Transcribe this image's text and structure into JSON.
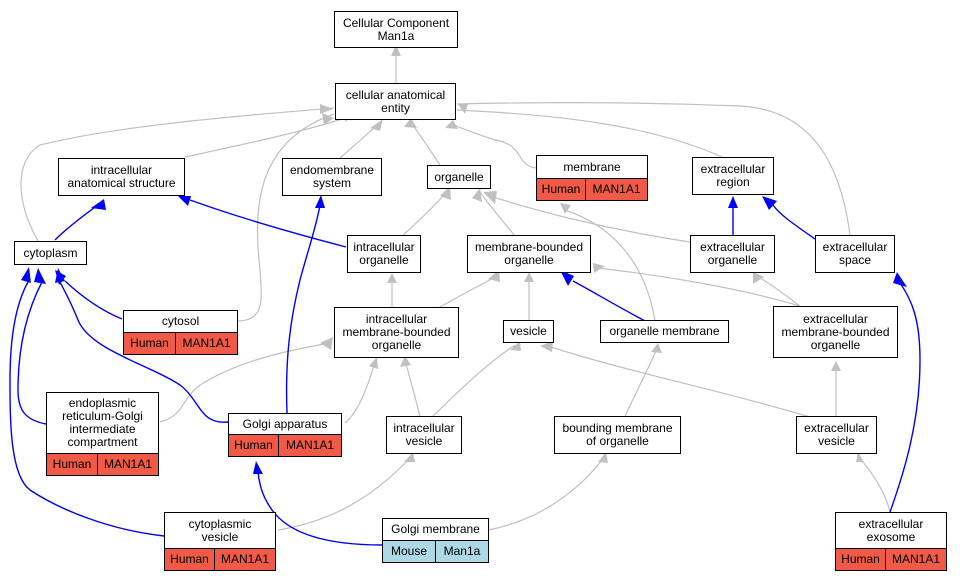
{
  "colors": {
    "is_a_edge": "#c0c0c0",
    "part_of_edge": "#0000ff",
    "human_annotation": "#f05a46",
    "mouse_annotation": "#add8e6"
  },
  "nodes": {
    "root": {
      "label": "Cellular Component\nMan1a"
    },
    "cae": {
      "label": "cellular anatomical\nentity"
    },
    "ias": {
      "label": "intracellular\nanatomical structure"
    },
    "endo": {
      "label": "endomembrane\nsystem"
    },
    "organelle": {
      "label": "organelle"
    },
    "membrane": {
      "label": "membrane",
      "species": "Human",
      "gene": "MAN1A1"
    },
    "ecr": {
      "label": "extracellular\nregion"
    },
    "cytoplasm": {
      "label": "cytoplasm"
    },
    "io": {
      "label": "intracellular\norganelle"
    },
    "mbo": {
      "label": "membrane-bounded\norganelle"
    },
    "eco": {
      "label": "extracellular\norganelle"
    },
    "ecs": {
      "label": "extracellular\nspace"
    },
    "cytosol": {
      "label": "cytosol",
      "species": "Human",
      "gene": "MAN1A1"
    },
    "imbo": {
      "label": "intracellular\nmembrane-bounded\norganelle"
    },
    "vesicle": {
      "label": "vesicle"
    },
    "om": {
      "label": "organelle membrane"
    },
    "embo": {
      "label": "extracellular\nmembrane-bounded\norganelle"
    },
    "ergic": {
      "label": "endoplasmic\nreticulum-Golgi\nintermediate\ncompartment",
      "species": "Human",
      "gene": "MAN1A1"
    },
    "golgi": {
      "label": "Golgi apparatus",
      "species": "Human",
      "gene": "MAN1A1"
    },
    "iv": {
      "label": "intracellular\nvesicle"
    },
    "bmo": {
      "label": "bounding membrane\nof organelle"
    },
    "ev": {
      "label": "extracellular\nvesicle"
    },
    "cv": {
      "label": "cytoplasmic\nvesicle",
      "species": "Human",
      "gene": "MAN1A1"
    },
    "gm": {
      "label": "Golgi membrane",
      "species": "Mouse",
      "gene": "Man1a"
    },
    "exo": {
      "label": "extracellular\nexosome",
      "species": "Human",
      "gene": "MAN1A1"
    }
  }
}
